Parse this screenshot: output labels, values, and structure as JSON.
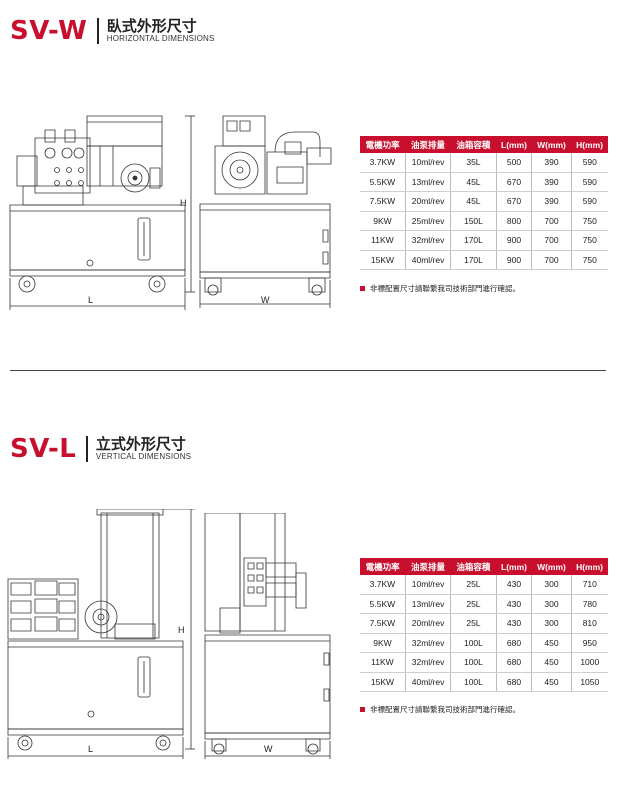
{
  "sections": [
    {
      "code": "SV-W",
      "title_cn": "臥式外形尺寸",
      "title_en": "HORIZONTAL DIMENSIONS",
      "dim_labels": {
        "h": "H",
        "l": "L",
        "w": "W"
      },
      "table": {
        "headers": [
          "電機功率",
          "油泵排量",
          "油箱容積",
          "L(mm)",
          "W(mm)",
          "H(mm)"
        ],
        "rows": [
          [
            "3.7KW",
            "10ml/rev",
            "35L",
            "500",
            "390",
            "590"
          ],
          [
            "5.5KW",
            "13ml/rev",
            "45L",
            "670",
            "390",
            "590"
          ],
          [
            "7.5KW",
            "20ml/rev",
            "45L",
            "670",
            "390",
            "590"
          ],
          [
            "9KW",
            "25ml/rev",
            "150L",
            "800",
            "700",
            "750"
          ],
          [
            "11KW",
            "32ml/rev",
            "170L",
            "900",
            "700",
            "750"
          ],
          [
            "15KW",
            "40ml/rev",
            "170L",
            "900",
            "700",
            "750"
          ]
        ]
      },
      "note": "非標配置尺寸請聯繫我司技術部門進行確認。"
    },
    {
      "code": "SV-L",
      "title_cn": "立式外形尺寸",
      "title_en": "VERTICAL DIMENSIONS",
      "dim_labels": {
        "h": "H",
        "l": "L",
        "w": "W"
      },
      "table": {
        "headers": [
          "電機功率",
          "油泵排量",
          "油箱容積",
          "L(mm)",
          "W(mm)",
          "H(mm)"
        ],
        "rows": [
          [
            "3.7KW",
            "10ml/rev",
            "25L",
            "430",
            "300",
            "710"
          ],
          [
            "5.5KW",
            "13ml/rev",
            "25L",
            "430",
            "300",
            "780"
          ],
          [
            "7.5KW",
            "20ml/rev",
            "25L",
            "430",
            "300",
            "810"
          ],
          [
            "9KW",
            "32ml/rev",
            "100L",
            "680",
            "450",
            "950"
          ],
          [
            "11KW",
            "32ml/rev",
            "100L",
            "680",
            "450",
            "1000"
          ],
          [
            "15KW",
            "40ml/rev",
            "100L",
            "680",
            "450",
            "1050"
          ]
        ]
      },
      "note": "非標配置尺寸請聯繫我司技術部門進行確認。"
    }
  ],
  "colors": {
    "accent": "#c8102e",
    "line": "#333333"
  }
}
